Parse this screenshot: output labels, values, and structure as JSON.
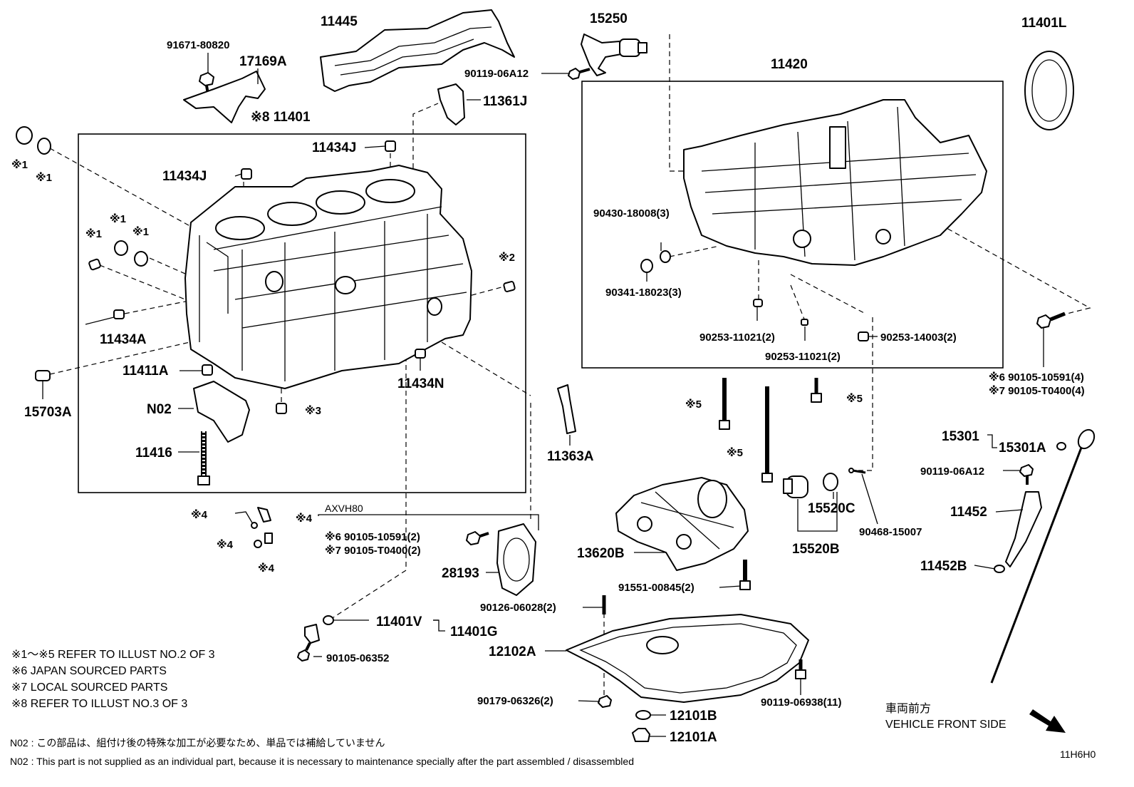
{
  "labels": {
    "p11445": "11445",
    "p15250": "15250",
    "p11401L": "11401L",
    "p91671": "91671-80820",
    "p17169A": "17169A",
    "p11401": "※8 11401",
    "p90119a": "90119-06A12",
    "p11361J": "11361J",
    "p11420": "11420",
    "p11434J_a": "11434J",
    "p11434J_b": "11434J",
    "p90430": "90430-18008(3)",
    "p90341": "90341-18023(3)",
    "p90253a": "90253-11021(2)",
    "p90253b": "90253-11021(2)",
    "p90253c": "90253-14003(2)",
    "p11434A": "11434A",
    "p11411A": "11411A",
    "p11434N": "11434N",
    "p15703A": "15703A",
    "pN02": "N02",
    "p11416": "11416",
    "p11363A": "11363A",
    "p690105a": "※6 90105-10591(4)",
    "p790105a": "※7 90105-T0400(4)",
    "p15301": "15301",
    "p15301A": "15301A",
    "p90119b": "90119-06A12",
    "p11452": "11452",
    "p11452B": "11452B",
    "p15520C": "15520C",
    "p15520B": "15520B",
    "p90468": "90468-15007",
    "p13620B": "13620B",
    "p91551": "91551-00845(2)",
    "pAXVH80": "AXVH80",
    "p690105b": "※6 90105-10591(2)",
    "p790105b": "※7 90105-T0400(2)",
    "p28193": "28193",
    "p90126": "90126-06028(2)",
    "p11401V": "11401V",
    "p11401G": "11401G",
    "p90105": "90105-06352",
    "p12102A": "12102A",
    "p90179": "90179-06326(2)",
    "p12101B": "12101B",
    "p12101A": "12101A",
    "p90119c": "90119-06938(11)"
  },
  "marks": {
    "m1": "※1",
    "m2": "※2",
    "m3": "※3",
    "m4": "※4",
    "m5": "※5"
  },
  "notes": [
    "※1～※5  REFER TO ILLUST NO.2 OF 3",
    "※6 JAPAN SOURCED PARTS",
    "※7 LOCAL SOURCED PARTS",
    "※8 REFER TO ILLUST NO.3 OF 3"
  ],
  "direction": {
    "jp": "車両前方",
    "en": "VEHICLE FRONT SIDE"
  },
  "footnotes": {
    "jp": "N02 : この部品は、組付け後の特殊な加工が必要なため、単品では補給していません",
    "en": "N02 : This part is not supplied as an individual part, because it is necessary to maintenance specially after the part assembled / disassembled"
  },
  "illustration_id": "11H6H0"
}
